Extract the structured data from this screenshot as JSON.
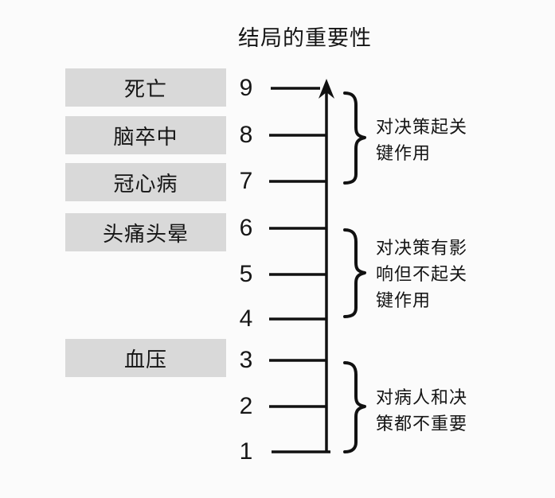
{
  "title": "结局的重要性",
  "outcomes": [
    {
      "label": "死亡",
      "scale_value": 9
    },
    {
      "label": "脑卒中",
      "scale_value": 8
    },
    {
      "label": "冠心病",
      "scale_value": 7
    },
    {
      "label": "头痛头晕",
      "scale_value": 6
    },
    {
      "label": "血压",
      "scale_value": 3
    }
  ],
  "scale": {
    "min": 1,
    "max": 9,
    "ticks": [
      "9",
      "8",
      "7",
      "6",
      "5",
      "4",
      "3",
      "2",
      "1"
    ]
  },
  "annotations": [
    {
      "range": "7-9",
      "text": "对决策起关键作用",
      "lines": [
        "对决策起关",
        "键作用"
      ]
    },
    {
      "range": "4-6",
      "text": "对决策有影响但不起关键作用",
      "lines": [
        "对决策有影",
        "响但不起关",
        "键作用"
      ]
    },
    {
      "range": "1-3",
      "text": "对病人和决策都不重要",
      "lines": [
        "对病人和决",
        "策都不重要"
      ]
    }
  ],
  "colors": {
    "box_fill": "#d9d9d9",
    "line": "#111111",
    "text": "#151515",
    "background": "#fbfbfb"
  }
}
